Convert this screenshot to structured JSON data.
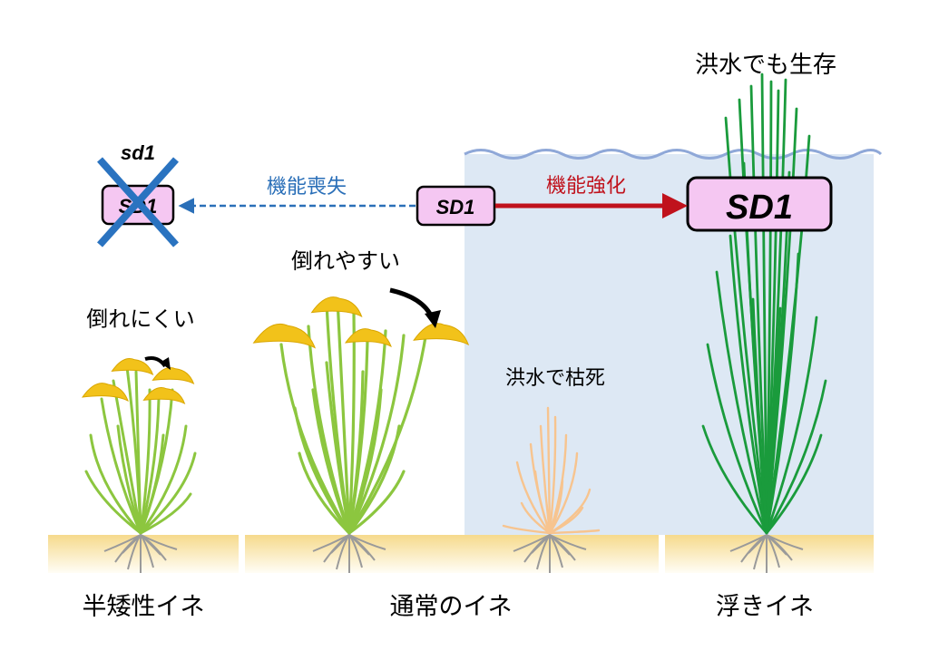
{
  "genes": {
    "mutant_label": "sd1",
    "box_small_left": "SD1",
    "box_middle": "SD1",
    "box_large_right": "SD1"
  },
  "arrows": {
    "loss_of_function": "機能喪失",
    "gain_of_function": "機能強化"
  },
  "annotations": {
    "hard_to_lodge": "倒れにくい",
    "easy_to_lodge": "倒れやすい",
    "killed_by_flood": "洪水で枯死",
    "survives_flood": "洪水でも生存"
  },
  "plants": {
    "semi_dwarf": "半矮性イネ",
    "normal": "通常のイネ",
    "floating": "浮きイネ"
  },
  "colors": {
    "water": "#dde8f4",
    "wave": "#8fa8d8",
    "soil": "#f6da8c",
    "leaf_light": "#8cc63f",
    "leaf_dark": "#1a9b3c",
    "grain": "#f2c21a",
    "dead_leaf": "#f7c48f",
    "root": "#9a9a9a",
    "box_fill": "#f5c7f2",
    "loss_arrow": "#2a6fb8",
    "gain_arrow": "#c0121c",
    "cross": "#2a73c0"
  }
}
